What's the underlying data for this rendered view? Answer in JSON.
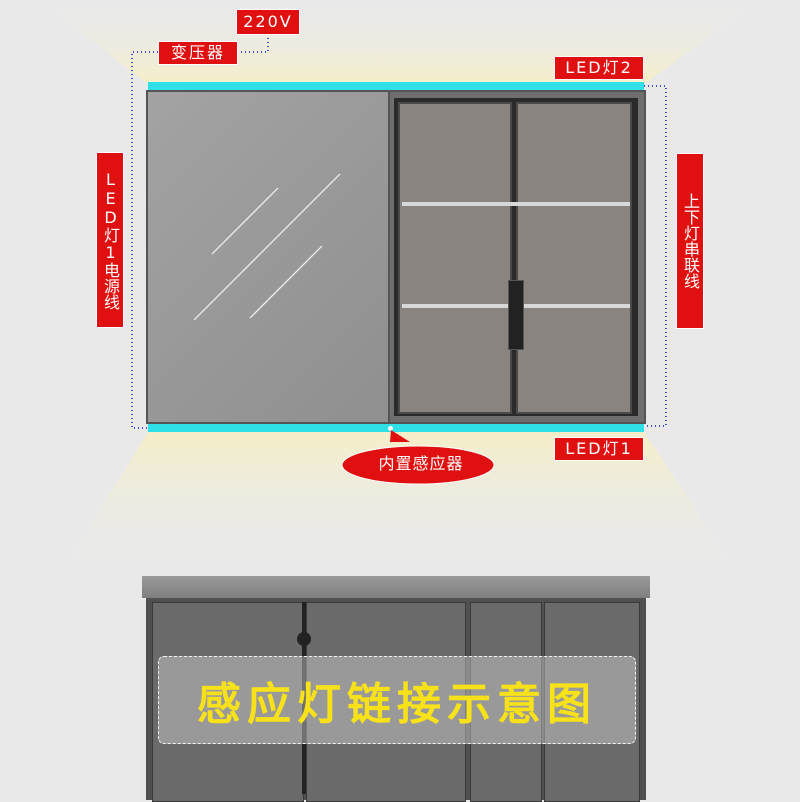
{
  "labels": {
    "power": "220V",
    "transformer": "变压器",
    "led2": "LED灯2",
    "led1": "LED灯1",
    "led1_power": "LED灯1电源线",
    "series_line": "上下灯串联线",
    "sensor": "内置感应器"
  },
  "banner": {
    "title": "感应灯链接示意图"
  },
  "colors": {
    "tag_red": "#e01010",
    "led_cyan": "#2fe0e6",
    "title_yellow": "#f7e21a",
    "cabinet_gray": "#6b6b6b"
  }
}
